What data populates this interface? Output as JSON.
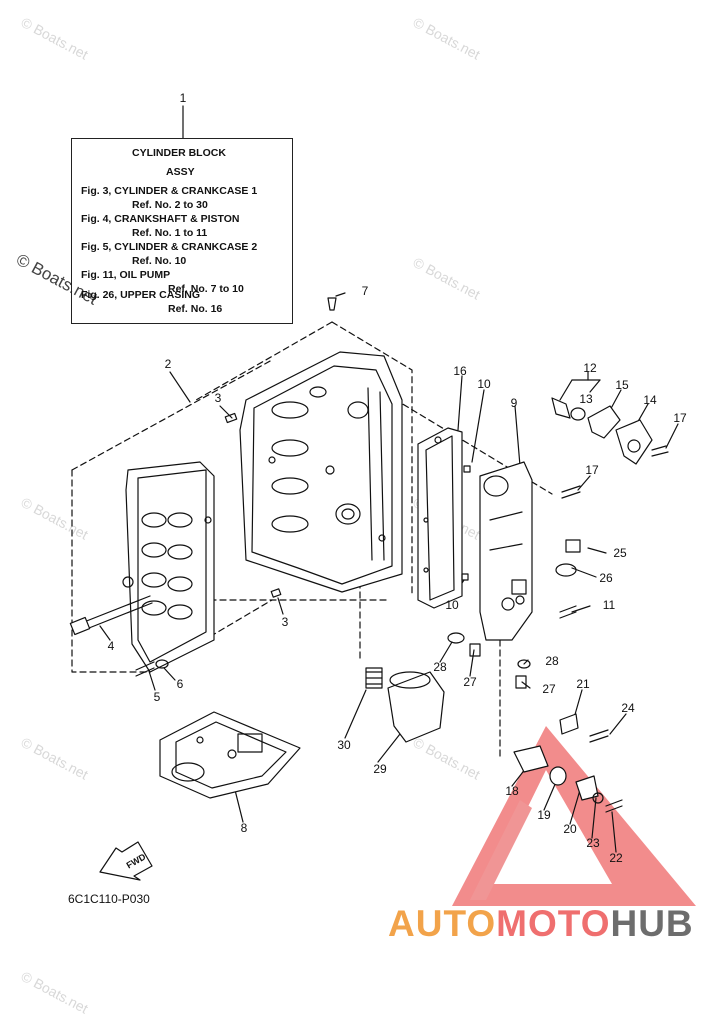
{
  "reference_box": {
    "callout": "1",
    "lines": [
      "CYLINDER BLOCK",
      "ASSY",
      "Fig. 3, CYLINDER & CRANKCASE 1",
      "Ref. No. 2 to 30",
      "Fig. 4, CRANKSHAFT & PISTON",
      "Ref. No. 1 to 11",
      "Fig. 5, CYLINDER & CRANKCASE 2",
      "Ref. No. 10",
      "Fig. 11, OIL PUMP",
      "Ref. No. 7 to 10",
      "Fig. 26, UPPER CASING",
      "Ref. No. 16"
    ]
  },
  "callouts": [
    "2",
    "3",
    "3",
    "4",
    "5",
    "6",
    "7",
    "8",
    "9",
    "10",
    "10",
    "11",
    "12",
    "13",
    "14",
    "15",
    "16",
    "17",
    "17",
    "18",
    "19",
    "20",
    "21",
    "22",
    "23",
    "24",
    "25",
    "26",
    "27",
    "27",
    "28",
    "28",
    "29",
    "30"
  ],
  "fwd_label": "FWD",
  "diagram_code": "6C1C110-P030",
  "watermark": "© Boats.net",
  "brand": {
    "part1": "AUTO",
    "part2": "MOTO",
    "part3": "HUB",
    "colors": {
      "part1": "#f2a34a",
      "part2": "#ef6f6f",
      "part3": "#6d6d6d"
    }
  },
  "logo_color": "#ee5a5a"
}
